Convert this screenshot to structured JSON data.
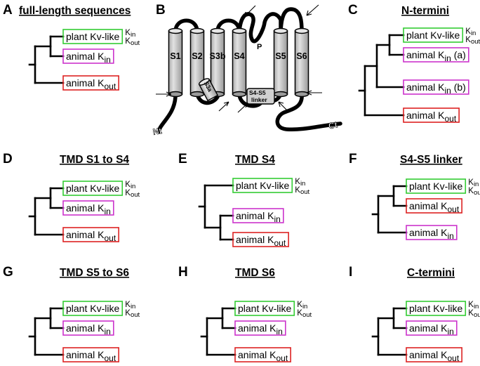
{
  "colors": {
    "plant": "#33cc33",
    "animal_kin": "#cc33cc",
    "animal_kout": "#dd2222",
    "helix_fill": "#d0d0d0"
  },
  "panels": {
    "A": {
      "letter": "A",
      "title": "full-length sequences"
    },
    "B": {
      "letter": "B"
    },
    "C": {
      "letter": "C",
      "title": "N-termini"
    },
    "D": {
      "letter": "D",
      "title": "TMD S1 to S4"
    },
    "E": {
      "letter": "E",
      "title": "TMD S4"
    },
    "F": {
      "letter": "F",
      "title": "S4-S5 linker"
    },
    "G": {
      "letter": "G",
      "title": "TMD S5 to S6"
    },
    "H": {
      "letter": "H",
      "title": "TMD S6"
    },
    "I": {
      "letter": "I",
      "title": "C-termini"
    }
  },
  "labels": {
    "plant": "plant Kv-like",
    "animal": "animal K",
    "in_sub": "in",
    "out_sub": "out",
    "K": "K",
    "kin_a_suffix": " (a)",
    "kin_b_suffix": " (b)"
  },
  "topology": {
    "helices": [
      "S1",
      "S2",
      "S3b",
      "S4",
      "S5",
      "S6"
    ],
    "s3a": "S3a",
    "linker_line1": "S4-S5",
    "linker_line2": "linker",
    "pore": "P",
    "nt": "Nt",
    "ct": "Ct"
  }
}
